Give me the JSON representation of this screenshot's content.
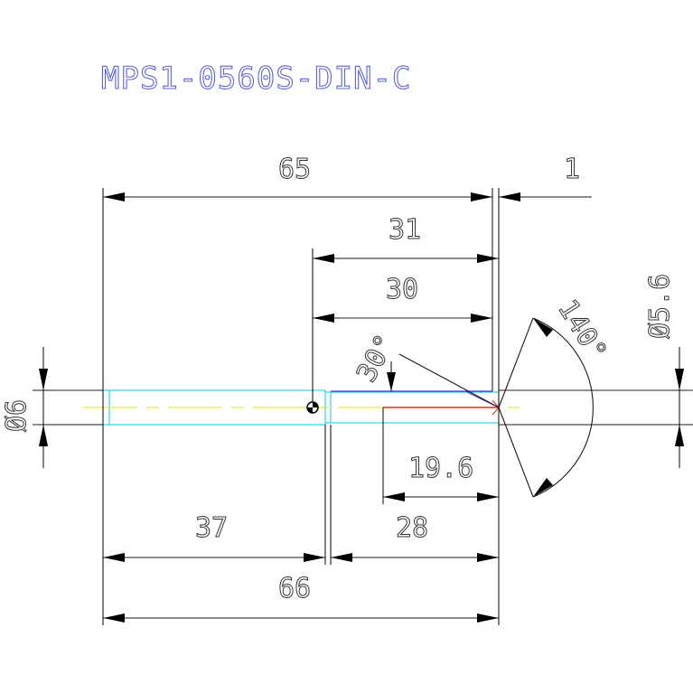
{
  "title": "MPS1-0560S-DIN-C",
  "colors": {
    "background": "#ffffff",
    "title": "#5b63d8",
    "dimension": "#1a1a1a",
    "body_outline": "#00c8e6",
    "tip_outline": "#3a3ad8",
    "center_line": "#e6e600",
    "cutting_edge": "#e0301e"
  },
  "dimensions": {
    "total_length": "65",
    "tip_offset": "1",
    "flute_length_outer": "31",
    "flute_length_inner": "30",
    "chamfer_angle": "30°",
    "point_angle": "140°",
    "tip_diameter": "Ø5.6",
    "shank_diameter": "Ø6",
    "cutting_length": "19.6",
    "shank_length": "37",
    "neck_length": "28",
    "overall_length": "66"
  }
}
